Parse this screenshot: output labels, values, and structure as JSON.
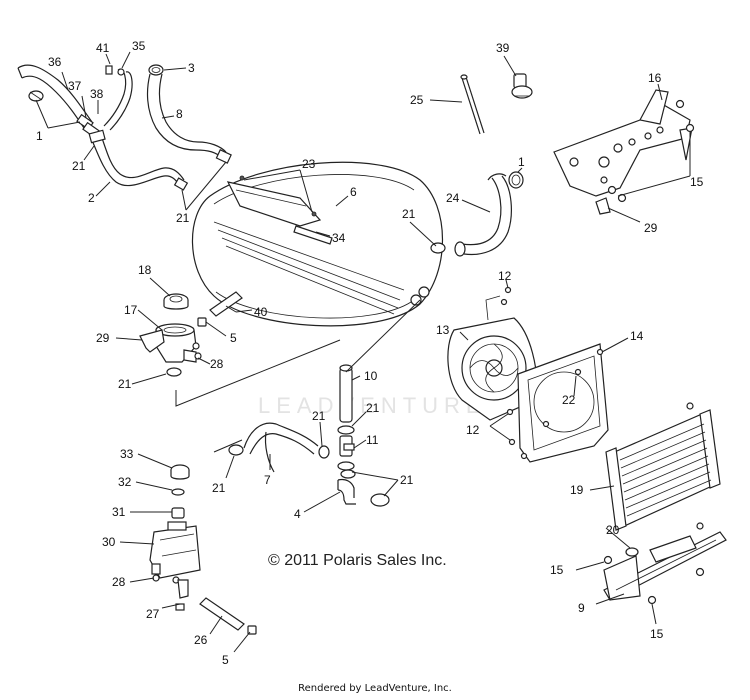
{
  "diagram": {
    "copyright": "© 2011 Polaris Sales Inc.",
    "footer": "Rendered by LeadVenture, Inc.",
    "watermark": "LEADVENTURE",
    "callouts": {
      "c1a": "1",
      "c1b": "1",
      "c2": "2",
      "c3": "3",
      "c4": "4",
      "c5a": "5",
      "c5b": "5",
      "c6": "6",
      "c7": "7",
      "c8": "8",
      "c9": "9",
      "c10": "10",
      "c11": "11",
      "c12a": "12",
      "c12b": "12",
      "c13": "13",
      "c14": "14",
      "c15a": "15",
      "c15b": "15",
      "c15c": "15",
      "c16": "16",
      "c17": "17",
      "c18": "18",
      "c19": "19",
      "c20": "20",
      "c21a": "21",
      "c21b": "21",
      "c21c": "21",
      "c21d": "21",
      "c21e": "21",
      "c21f": "21",
      "c21g": "21",
      "c21h": "21",
      "c22": "22",
      "c23": "23",
      "c24": "24",
      "c25": "25",
      "c26": "26",
      "c27": "27",
      "c28a": "28",
      "c28b": "28",
      "c29a": "29",
      "c29b": "29",
      "c30": "30",
      "c31": "31",
      "c32": "32",
      "c33": "33",
      "c34": "34",
      "c35": "35",
      "c36": "36",
      "c37": "37",
      "c38": "38",
      "c39": "39",
      "c40": "40",
      "c41": "41"
    }
  }
}
